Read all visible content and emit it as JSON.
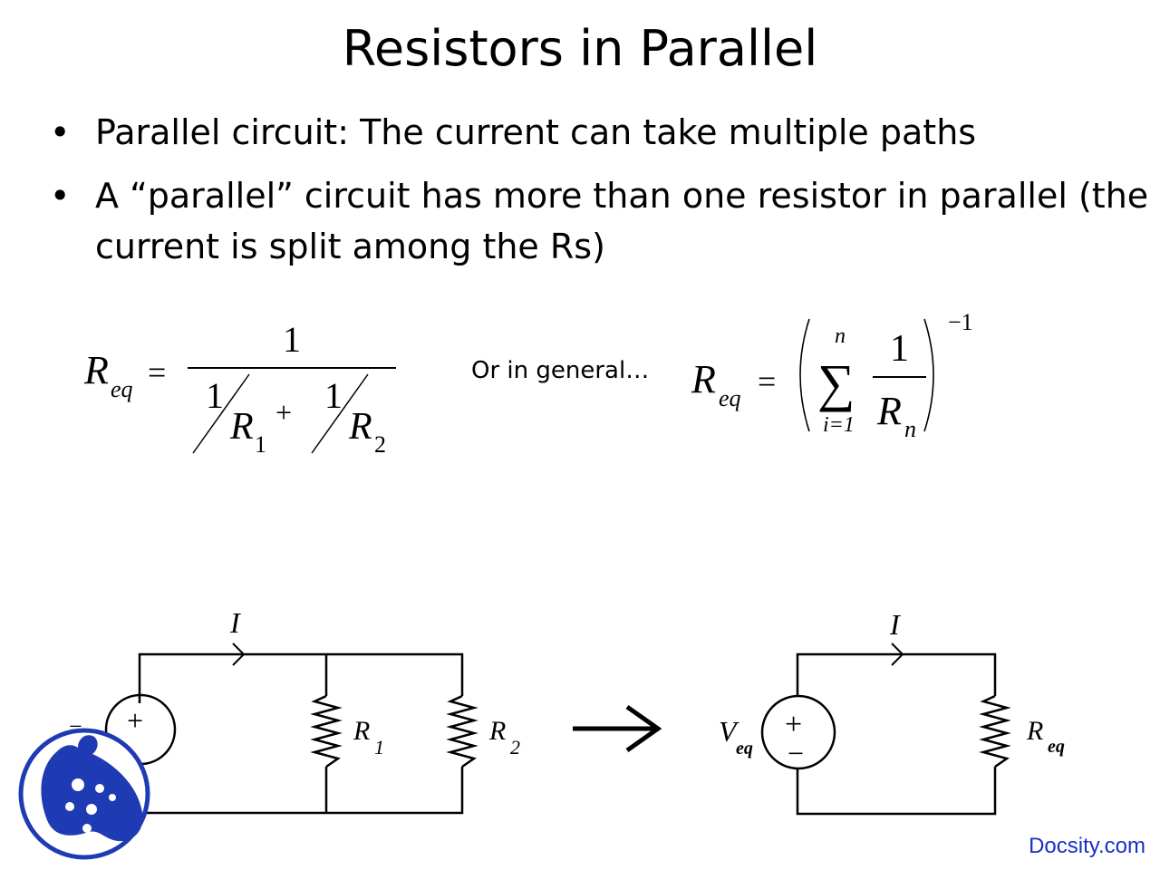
{
  "slide": {
    "title": "Resistors in Parallel",
    "bullets": [
      "Parallel circuit: The current can take multiple paths",
      "A “parallel” circuit has more than one resistor in parallel (the current is split among the Rs)"
    ]
  },
  "equation1": {
    "lhs_symbol": "R",
    "lhs_sub": "eq",
    "equals": "=",
    "numerator": "1",
    "term1_num": "1",
    "term1_den": "R",
    "term1_sub": "1",
    "plus": "+",
    "term2_num": "1",
    "term2_den": "R",
    "term2_sub": "2"
  },
  "general_label": "Or in general…",
  "equation2": {
    "lhs_symbol": "R",
    "lhs_sub": "eq",
    "equals": "=",
    "sum_symbol": "∑",
    "sum_upper": "n",
    "sum_lower": "i=1",
    "numerator": "1",
    "den_symbol": "R",
    "den_sub": "n",
    "exponent": "−1"
  },
  "circuit_left": {
    "current_label": "I",
    "source_plus": "+",
    "source_minus": "−",
    "r1_label": "R",
    "r1_sub": "1",
    "r2_label": "R",
    "r2_sub": "2"
  },
  "arrow_symbol": "→",
  "circuit_right": {
    "current_label": "I",
    "v_label": "V",
    "v_sub": "eq",
    "source_plus": "+",
    "source_minus": "−",
    "r_label": "R",
    "r_sub": "eq"
  },
  "brand": "Docsity.com",
  "colors": {
    "brand_blue": "#1a2fc8",
    "logo_blue": "#1f3bb3"
  }
}
